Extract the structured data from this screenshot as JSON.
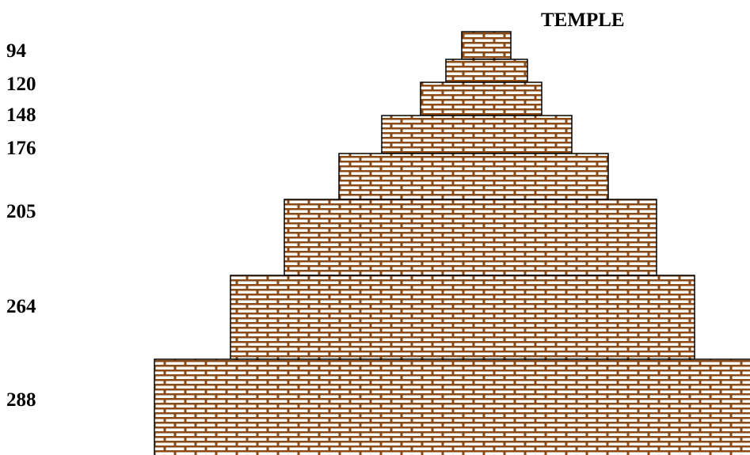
{
  "title": "TEMPLE",
  "levels": [
    {
      "label": "94"
    },
    {
      "label": "120"
    },
    {
      "label": "148"
    },
    {
      "label": "176"
    },
    {
      "label": "205"
    },
    {
      "label": "264"
    },
    {
      "label": "288"
    }
  ],
  "colors": {
    "mortar": "#8a4a16",
    "brick": "#ffffff",
    "outline": "#000000"
  }
}
